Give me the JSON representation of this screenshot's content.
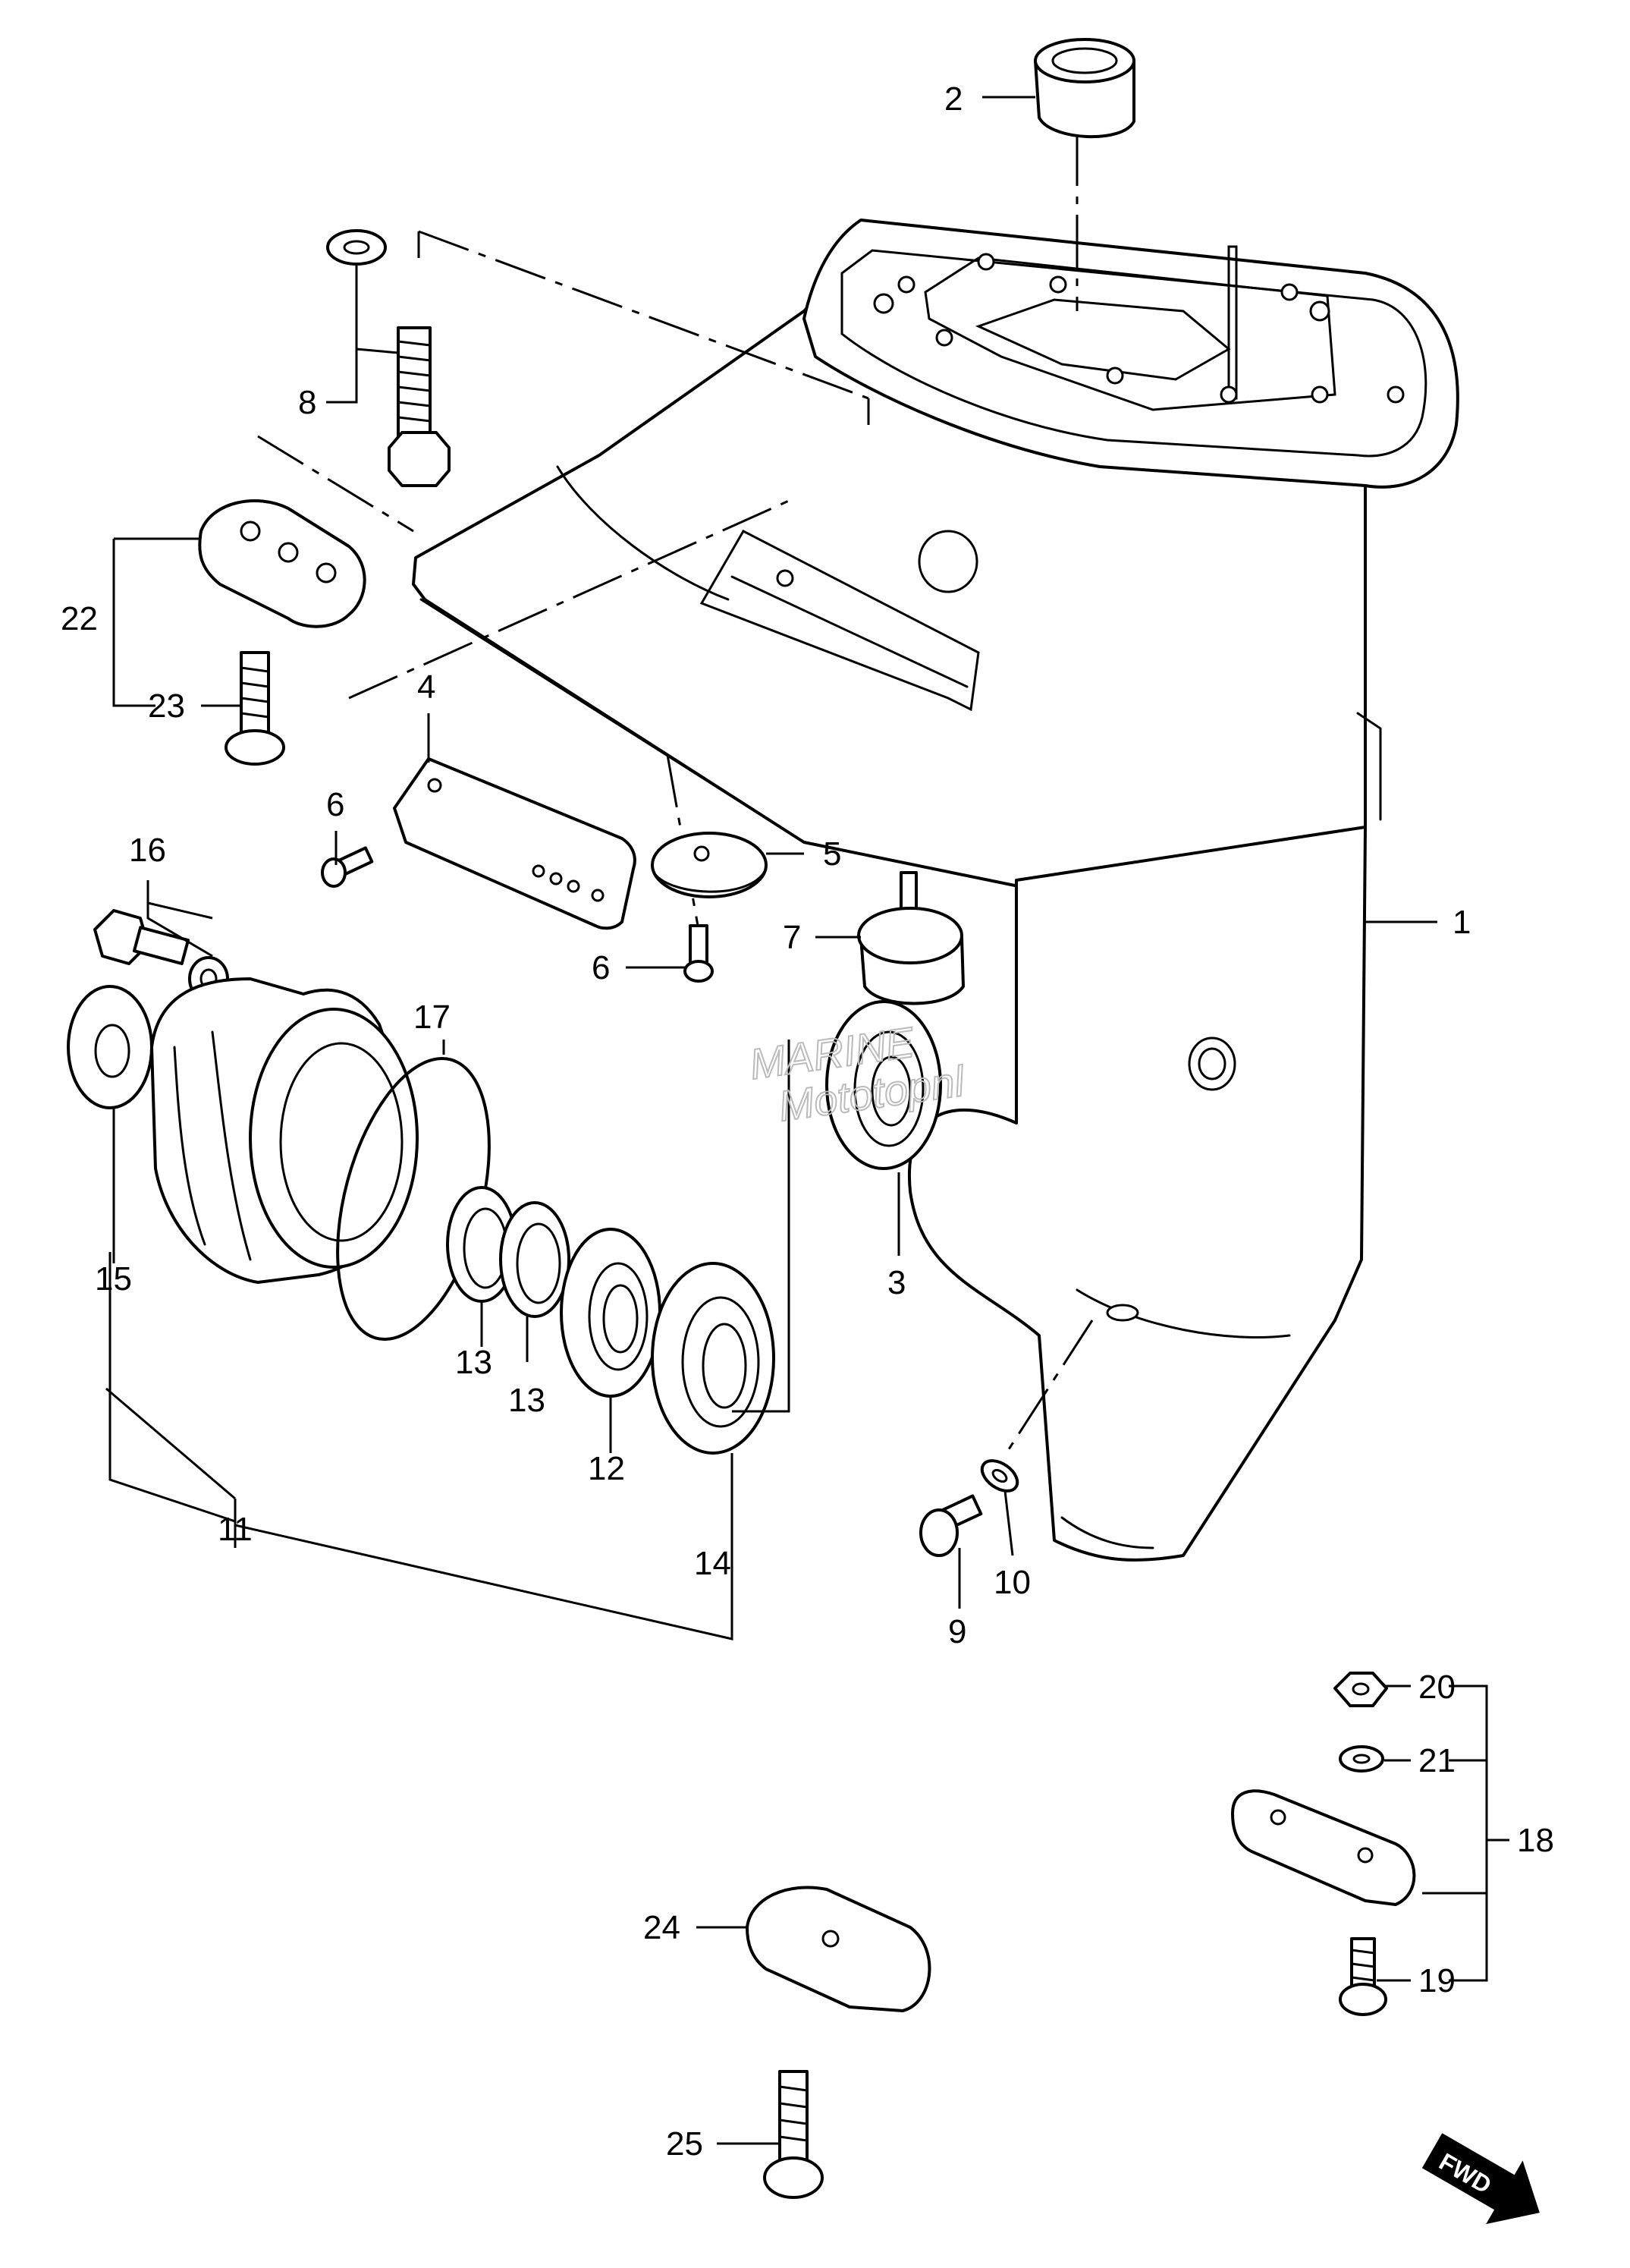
{
  "diagram": {
    "watermark": {
      "line1": "MARINE",
      "line2": "Mototopnl"
    },
    "fwd_badge": "FWD",
    "callouts": [
      {
        "id": "c1",
        "label": "1"
      },
      {
        "id": "c2",
        "label": "2"
      },
      {
        "id": "c3",
        "label": "3"
      },
      {
        "id": "c4",
        "label": "4"
      },
      {
        "id": "c5",
        "label": "5"
      },
      {
        "id": "c6a",
        "label": "6"
      },
      {
        "id": "c6b",
        "label": "6"
      },
      {
        "id": "c7",
        "label": "7"
      },
      {
        "id": "c8",
        "label": "8"
      },
      {
        "id": "c9",
        "label": "9"
      },
      {
        "id": "c10",
        "label": "10"
      },
      {
        "id": "c11",
        "label": "11"
      },
      {
        "id": "c12",
        "label": "12"
      },
      {
        "id": "c13a",
        "label": "13"
      },
      {
        "id": "c13b",
        "label": "13"
      },
      {
        "id": "c14",
        "label": "14"
      },
      {
        "id": "c15",
        "label": "15"
      },
      {
        "id": "c16",
        "label": "16"
      },
      {
        "id": "c17",
        "label": "17"
      },
      {
        "id": "c18",
        "label": "18"
      },
      {
        "id": "c19",
        "label": "19"
      },
      {
        "id": "c20",
        "label": "20"
      },
      {
        "id": "c21",
        "label": "21"
      },
      {
        "id": "c22",
        "label": "22"
      },
      {
        "id": "c23",
        "label": "23"
      },
      {
        "id": "c24",
        "label": "24"
      },
      {
        "id": "c25",
        "label": "25"
      }
    ]
  }
}
